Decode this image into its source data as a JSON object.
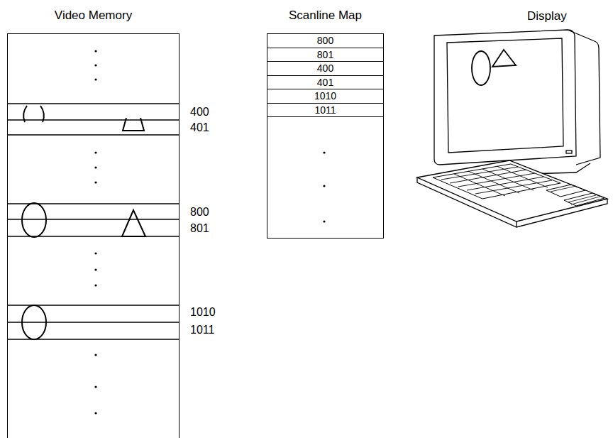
{
  "diagram": {
    "nodes": [
      {
        "text": [
          "Video Memory"
        ]
      },
      {
        "text": [
          "Scanline Map"
        ]
      },
      {
        "text": [
          "800"
        ],
        "in": 1
      },
      {
        "text": [
          "801"
        ],
        "in": 1
      },
      {
        "text": [
          "400"
        ],
        "in": 1
      },
      {
        "text": [
          "401"
        ],
        "in": 1
      },
      {
        "text": [
          "1010"
        ],
        "in": 1
      },
      {
        "text": [
          "1011"
        ],
        "in": 1
      }
    ],
    "labels": [
      "400",
      "401",
      "800",
      "801",
      "1010",
      "1011",
      "Display"
    ]
  }
}
